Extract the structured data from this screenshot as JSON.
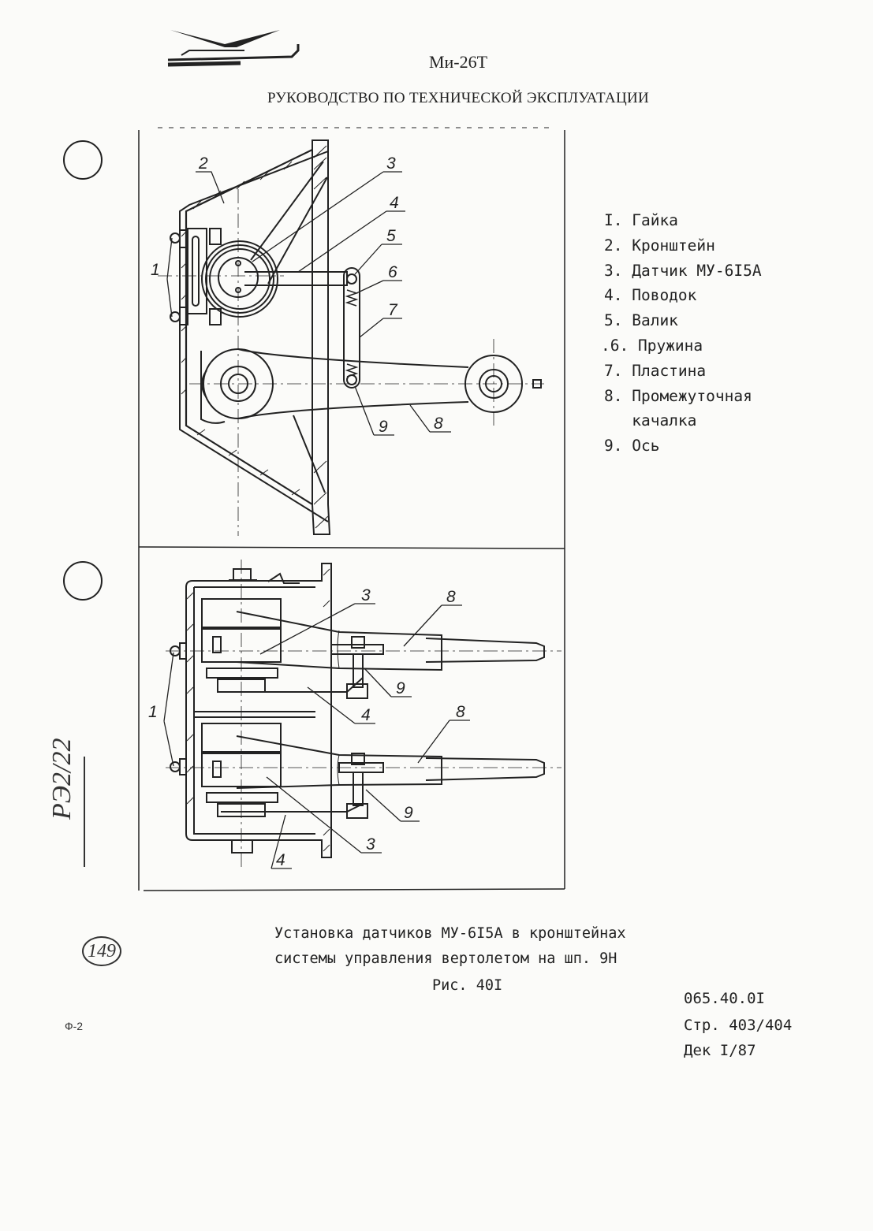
{
  "header": {
    "model": "Ми-26Т",
    "title": "РУКОВОДСТВО ПО ТЕХНИЧЕСКОЙ ЭКСПЛУАТАЦИИ"
  },
  "legend": [
    "I. Гайка",
    "2. Кронштейн",
    "3. Датчик МУ-6I5А",
    "4. Поводок",
    "5. Валик",
    ".6. Пружина",
    "7. Пластина",
    "8. Промежуточная",
    "   качалка",
    "9. Ось"
  ],
  "callouts_top": [
    "1",
    "2",
    "3",
    "4",
    "5",
    "6",
    "7",
    "8",
    "9"
  ],
  "callouts_bottom": [
    "1",
    "3",
    "8",
    "9",
    "4",
    "8",
    "9",
    "3",
    "4"
  ],
  "caption": {
    "line1": "Установка датчиков МУ-6I5А в кронштейнах",
    "line2": "системы управления вертолетом на шп. 9Н",
    "figure": "Рис. 40I"
  },
  "doc_ref": {
    "code": "065.40.0I",
    "page": "Стр. 403/404",
    "date": "Дек I/87"
  },
  "margin_marks": {
    "page_number": "149",
    "form_code": "Ф-2",
    "handwritten": "РЭ2/22"
  }
}
